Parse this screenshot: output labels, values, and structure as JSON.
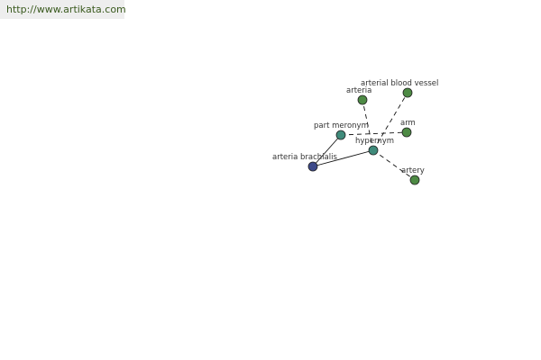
{
  "header": {
    "url_text": "http://www.artikata.com"
  },
  "graph": {
    "center": "arteria brachialis",
    "relations": {
      "part_meronym": "part meronym",
      "hypernym": "hypernym"
    },
    "nodes": {
      "arteria_brachialis": {
        "label": "arteria brachialis",
        "color": "#3d4a8a",
        "kind": "center"
      },
      "part_meronym": {
        "label": "part meronym",
        "color": "#3f8a7a",
        "kind": "relation"
      },
      "hypernym": {
        "label": "hypernym",
        "color": "#3f8a7a",
        "kind": "relation"
      },
      "arteria": {
        "label": "arteria",
        "color": "#4d8a44",
        "kind": "term"
      },
      "arterial_blood_vessel": {
        "label": "arterial blood vessel",
        "color": "#4d8a44",
        "kind": "term"
      },
      "arm": {
        "label": "arm",
        "color": "#4d8a44",
        "kind": "term"
      },
      "artery": {
        "label": "artery",
        "color": "#4d8a44",
        "kind": "term"
      }
    },
    "edges": [
      {
        "from": "arteria brachialis",
        "to": "part meronym",
        "style": "solid"
      },
      {
        "from": "arteria brachialis",
        "to": "hypernym",
        "style": "solid"
      },
      {
        "from": "part meronym",
        "to": "arm",
        "style": "dashed"
      },
      {
        "from": "hypernym",
        "to": "arteria",
        "style": "dashed"
      },
      {
        "from": "hypernym",
        "to": "arterial blood vessel",
        "style": "dashed"
      },
      {
        "from": "hypernym",
        "to": "artery",
        "style": "dashed"
      }
    ]
  }
}
